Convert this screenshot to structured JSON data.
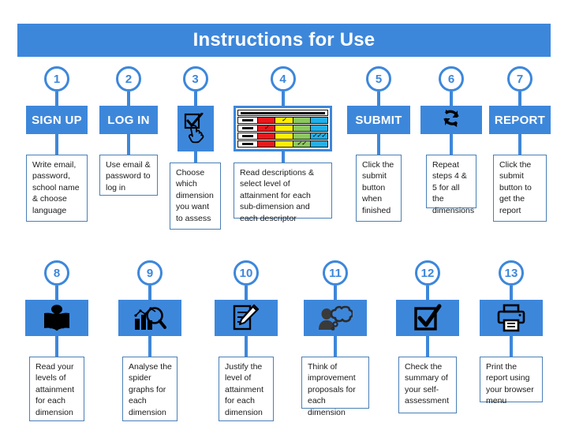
{
  "header": {
    "title": "Instructions for Use"
  },
  "colors": {
    "brand_blue": "#3d87db",
    "box_border": "#4a7fb5",
    "rubric_red": "#e8191c",
    "rubric_yellow": "#ffee00",
    "rubric_green": "#8cc860",
    "rubric_cyan": "#23b0e8"
  },
  "rubric": {
    "row_ticks": [
      "1",
      "2",
      "",
      ""
    ],
    "column_colors": [
      "red",
      "yellow",
      "green",
      "cyan"
    ]
  },
  "rows": [
    {
      "name": "row-1",
      "steps": [
        {
          "number": "1",
          "tile_type": "label",
          "tile_label": "SIGN UP",
          "icon": "",
          "description": "Write email, password, school name & choose language"
        },
        {
          "number": "2",
          "tile_type": "label",
          "tile_label": "LOG IN",
          "icon": "",
          "description": "Use email & password to log in"
        },
        {
          "number": "3",
          "tile_type": "icon",
          "tile_label": "",
          "icon": "checkbox-hand-icon",
          "description": "Choose which dimension you want to assess"
        },
        {
          "number": "4",
          "tile_type": "rubric",
          "tile_label": "",
          "icon": "rubric-table-icon",
          "description": "Read descriptions & select level of attainment for each sub-dimension and each descriptor"
        },
        {
          "number": "5",
          "tile_type": "label",
          "tile_label": "SUBMIT",
          "icon": "",
          "description": "Click the submit button when finished"
        },
        {
          "number": "6",
          "tile_type": "icon",
          "tile_label": "",
          "icon": "repeat-arrows-icon",
          "description": "Repeat steps 4 & 5 for all the dimensions"
        },
        {
          "number": "7",
          "tile_type": "label",
          "tile_label": "REPORT",
          "icon": "",
          "description": "Click the submit button to get the report"
        }
      ]
    },
    {
      "name": "row-2",
      "steps": [
        {
          "number": "8",
          "tile_type": "icon",
          "tile_label": "",
          "icon": "person-reading-book-icon",
          "description": "Read your levels of attainment for each dimension"
        },
        {
          "number": "9",
          "tile_type": "icon",
          "tile_label": "",
          "icon": "bar-chart-magnifier-icon",
          "description": "Analyse the spider graphs for each dimension"
        },
        {
          "number": "10",
          "tile_type": "icon",
          "tile_label": "",
          "icon": "document-pencil-icon",
          "description": "Justify the level of attainment for each dimension"
        },
        {
          "number": "11",
          "tile_type": "icon",
          "tile_label": "",
          "icon": "person-thought-bubble-icon",
          "description": "Think of improvement proposals for each dimension"
        },
        {
          "number": "12",
          "tile_type": "icon",
          "tile_label": "",
          "icon": "checked-checkbox-icon",
          "description": "Check the summary of your self-assessment"
        },
        {
          "number": "13",
          "tile_type": "icon",
          "tile_label": "",
          "icon": "printer-icon",
          "description": "Print the report using your browser menu"
        }
      ]
    }
  ]
}
